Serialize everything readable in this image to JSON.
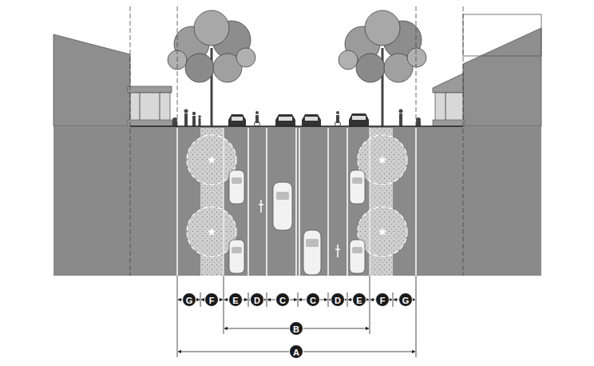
{
  "diagram": {
    "labels": [
      "G",
      "F",
      "E",
      "D",
      "C",
      "C",
      "D",
      "E",
      "F",
      "G",
      "B",
      "A"
    ]
  }
}
